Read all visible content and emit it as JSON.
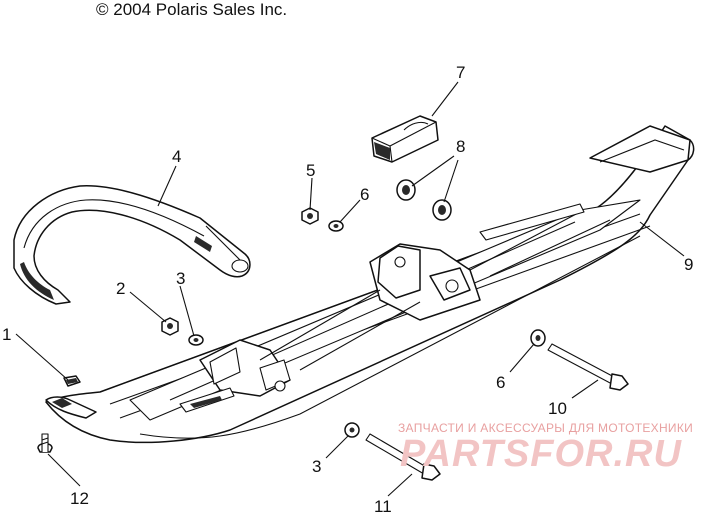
{
  "copyright": "© 2004 Polaris Sales Inc.",
  "callouts": {
    "c1": "1",
    "c2": "2",
    "c3a": "3",
    "c3b": "3",
    "c4": "4",
    "c5": "5",
    "c6a": "6",
    "c6b": "6",
    "c7": "7",
    "c8": "8",
    "c9": "9",
    "c10": "10",
    "c11": "11",
    "c12": "12"
  },
  "watermark": {
    "subtitle": "ЗАПЧАСТИ И АКСЕССУАРЫ ДЛЯ МОТОТЕХНИКИ",
    "brand": "PARTSFOR.RU"
  }
}
